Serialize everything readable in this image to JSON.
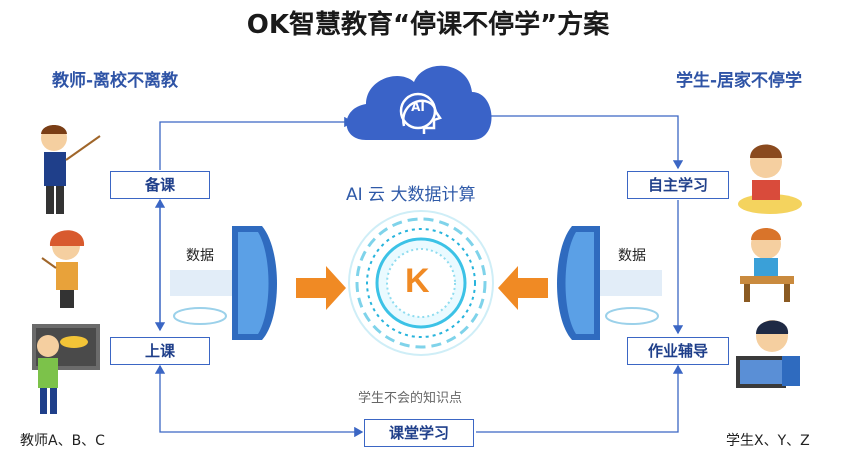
{
  "title": "OK智慧教育“停课不停学”方案",
  "left_heading": "教师-离校不离教",
  "right_heading": "学生-居家不停学",
  "cloud": {
    "badge": "AI"
  },
  "center": {
    "label": "AI 云 大数据计算",
    "logo_letter": "K"
  },
  "left_boxes": {
    "prepare": "备课",
    "teach": "上课"
  },
  "right_boxes": {
    "self_study": "自主学习",
    "homework": "作业辅导"
  },
  "bottom_box": "课堂学习",
  "data_label_left": "数据",
  "data_label_right": "数据",
  "unknown_points": "学生不会的知识点",
  "teachers_caption": "教师A、B、C",
  "students_caption": "学生X、Y、Z",
  "colors": {
    "accent_blue": "#3b66c4",
    "arrow_orange": "#f08a24",
    "cloud_blue": "#3a63c8",
    "title": "#2f54a6"
  }
}
